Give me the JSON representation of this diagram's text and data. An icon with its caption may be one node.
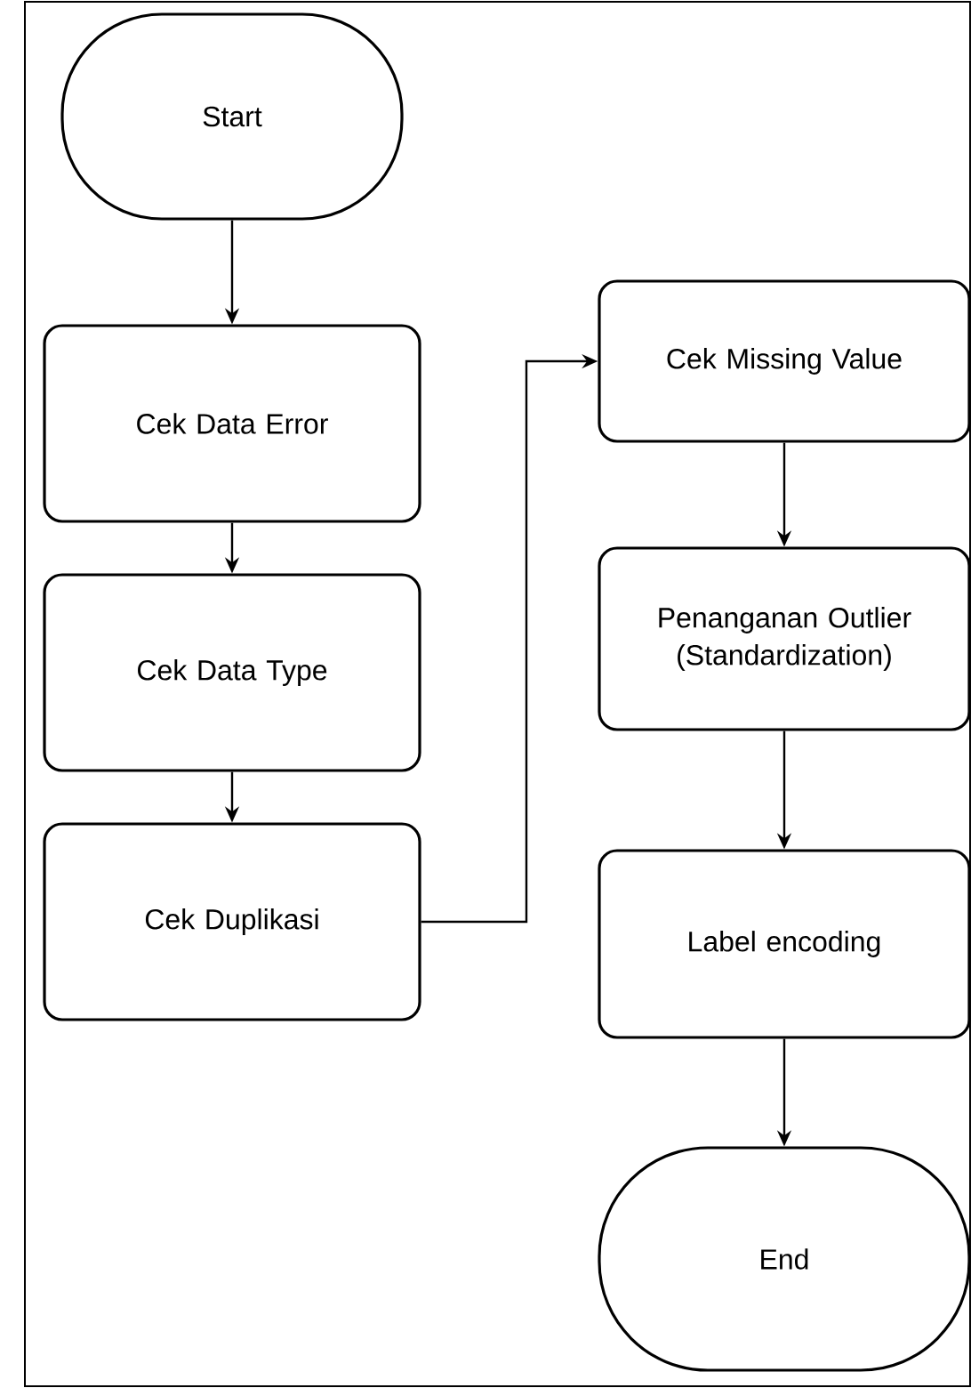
{
  "diagram": {
    "nodes": [
      {
        "text": [
          "Start"
        ]
      },
      {
        "text": [
          "Cek Data Error"
        ]
      },
      {
        "text": [
          "Cek Data Type"
        ]
      },
      {
        "text": [
          "Cek Duplikasi"
        ]
      },
      {
        "text": [
          "Cek Missing Value"
        ]
      },
      {
        "text": [
          "Penanganan Outlier (Standardization)"
        ]
      },
      {
        "text": [
          "Label encoding"
        ]
      },
      {
        "text": [
          "End"
        ]
      }
    ],
    "edges": [
      {
        "from": 0,
        "to": 1,
        "arrow": "to"
      },
      {
        "from": 1,
        "to": 2,
        "arrow": "to"
      },
      {
        "from": 2,
        "to": 3,
        "arrow": "to"
      },
      {
        "from": 3,
        "to": 4,
        "arrow": "to"
      },
      {
        "from": 4,
        "to": 5,
        "arrow": "to"
      },
      {
        "from": 5,
        "to": 6,
        "arrow": "to"
      },
      {
        "from": 6,
        "to": 7,
        "arrow": "to"
      }
    ]
  }
}
